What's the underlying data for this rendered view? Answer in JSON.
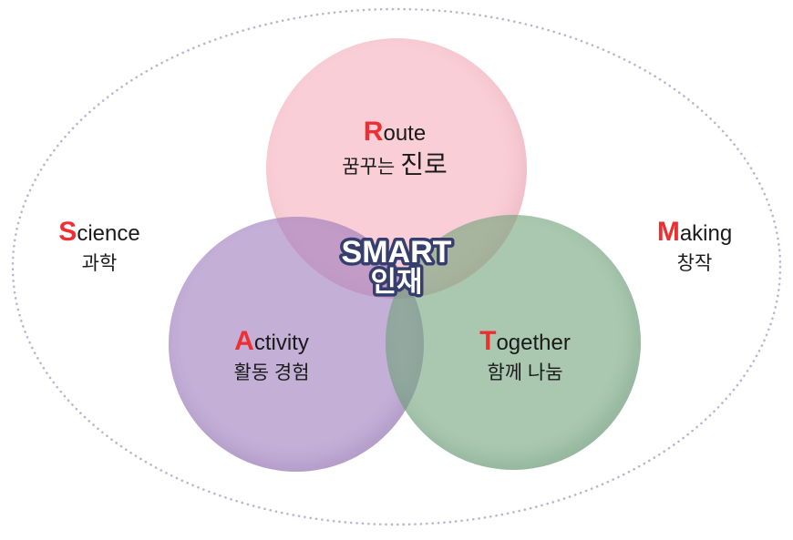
{
  "center": {
    "line1": "SMART",
    "line2": "인재"
  },
  "circles": {
    "route": {
      "initial": "R",
      "rest": "oute",
      "korean_prefix": "꿈꾸는",
      "korean_emphasis": "진로",
      "fill": "#f8ccd4"
    },
    "activity": {
      "initial": "A",
      "rest": "ctivity",
      "korean": "활동 경험",
      "fill": "#c4afd7"
    },
    "together": {
      "initial": "T",
      "rest": "ogether",
      "korean": "함께 나눔",
      "fill": "#a9c8af"
    }
  },
  "outer_labels": {
    "science": {
      "initial": "S",
      "rest": "cience",
      "korean": "과학"
    },
    "making": {
      "initial": "M",
      "rest": "aking",
      "korean": "창작"
    }
  },
  "colors": {
    "initial_letter_red": "#ee2f31",
    "body_text": "#1a1a1a",
    "center_text_fill": "#ffffff",
    "center_text_outline": "#363e6e",
    "dotted_border": "#b8b6cf",
    "circle_pink": "#f8ccd4",
    "circle_purple": "#c4afd7",
    "circle_green": "#a9c8af"
  }
}
